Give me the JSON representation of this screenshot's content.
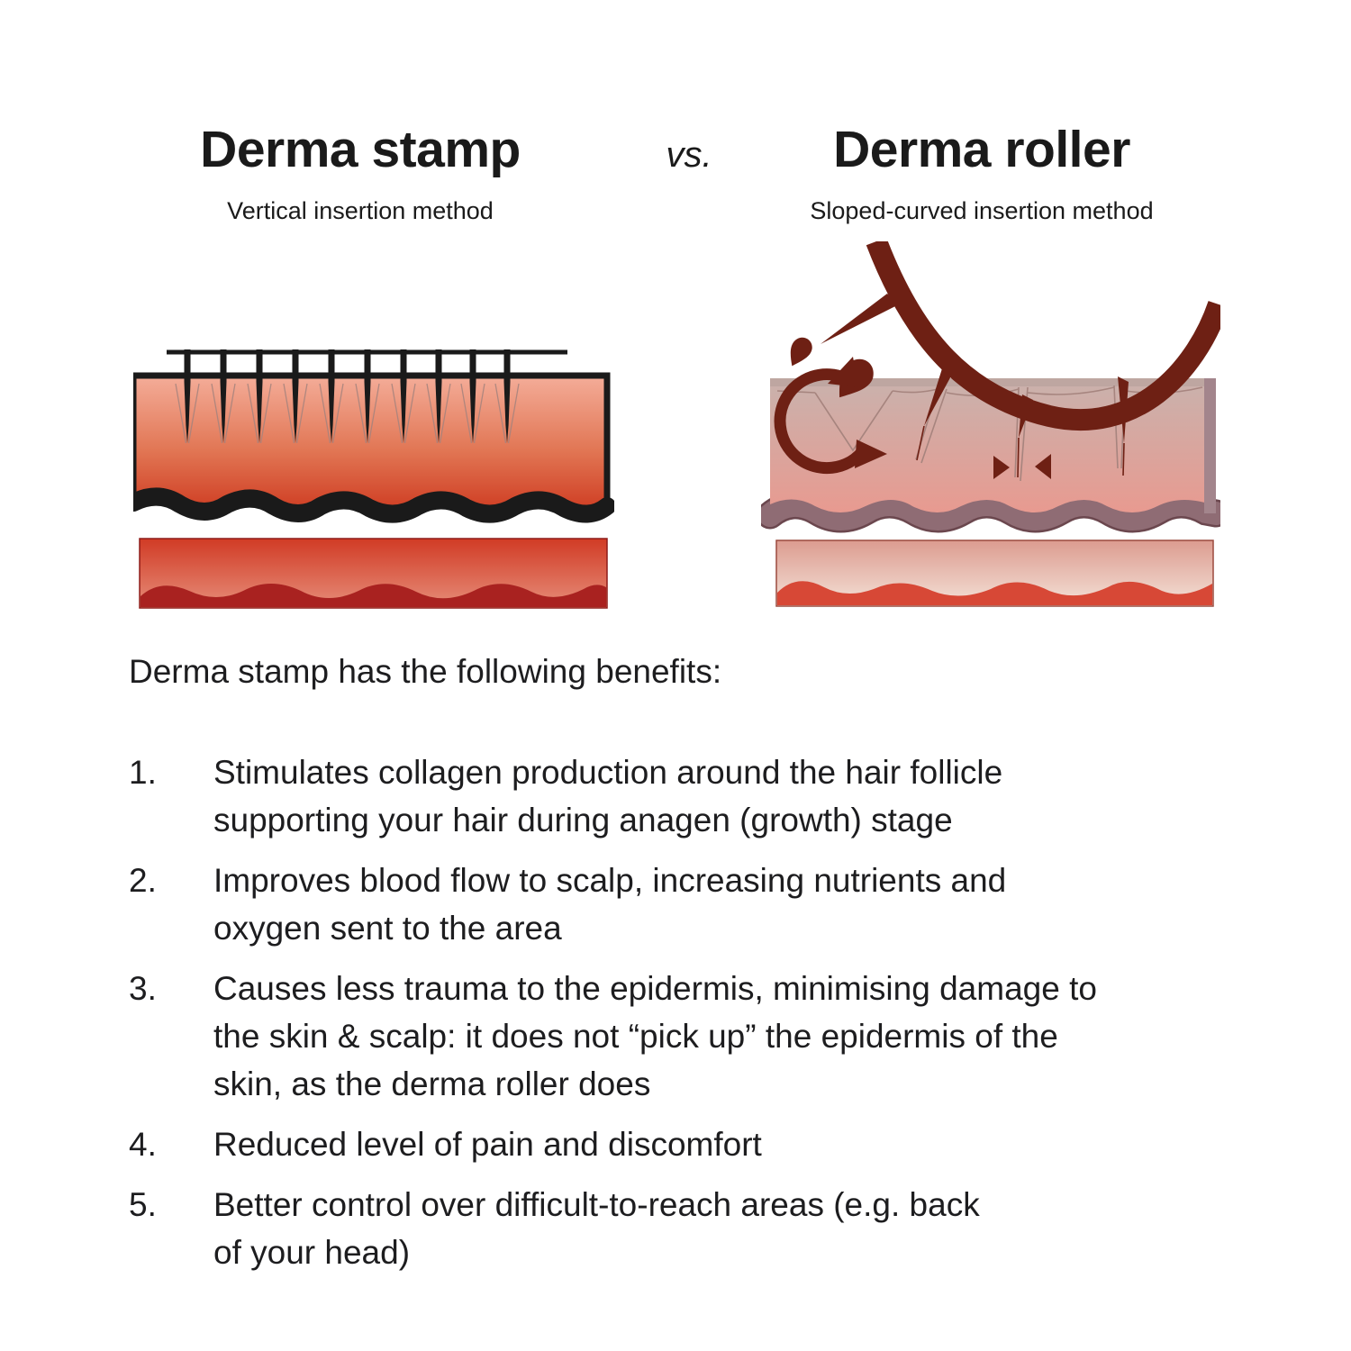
{
  "header": {
    "left": {
      "title": "Derma stamp",
      "subtitle": "Vertical insertion method"
    },
    "vs": "vs.",
    "right": {
      "title": "Derma roller",
      "subtitle": "Sloped-curved insertion method"
    }
  },
  "benefits": {
    "intro": "Derma stamp has the following benefits:",
    "items": [
      {
        "number": "1.",
        "text": "Stimulates collagen production around the hair follicle\nsupporting your hair during anagen (growth) stage"
      },
      {
        "number": "2.",
        "text": "Improves blood flow to scalp, increasing nutrients and\noxygen sent to the area"
      },
      {
        "number": "3.",
        "text": "Causes less trauma to the epidermis, minimising damage to\nthe skin & scalp: it does not “pick up” the epidermis of the\nskin, as the derma roller does"
      },
      {
        "number": "4.",
        "text": "Reduced level of pain and discomfort"
      },
      {
        "number": "5.",
        "text": "Better control over difficult-to-reach areas (e.g. back\nof your head)"
      }
    ]
  },
  "illustrations": {
    "left_alt": "derma stamp pressing vertical needles straight into skin layer",
    "right_alt": "derma roller wheel dragging angled needles through skin, tearing epidermis"
  },
  "colors": {
    "ink_black": "#1a1a1a",
    "text_color": "#1d1d1f",
    "maroon": "#6e2014",
    "stamp_skin_top": "#f4ad99",
    "stamp_skin_mid": "#e1755331",
    "stamp_skin_bottom": "#ce3a20",
    "stamp_dermis_top": "#d13b25",
    "stamp_dermis_bottom": "#e68d79",
    "stamp_dermis_hills": "#a92220",
    "stamp_dermis_edge": "#8e1b18",
    "roller_skin_top": "#c9b2ad",
    "roller_skin_bottom": "#e89a90",
    "roller_skin_strip": "#bca5a0",
    "roller_band": "#8f6c74",
    "roller_band_edge": "#6b474e",
    "roller_dermis_top": "#dc9c90",
    "roller_dermis_bottom": "#f4e1d7",
    "roller_dermis_hills": "#d74836",
    "roller_dermis_edge": "#9c4a3e",
    "tear_line": "#a5837d"
  }
}
